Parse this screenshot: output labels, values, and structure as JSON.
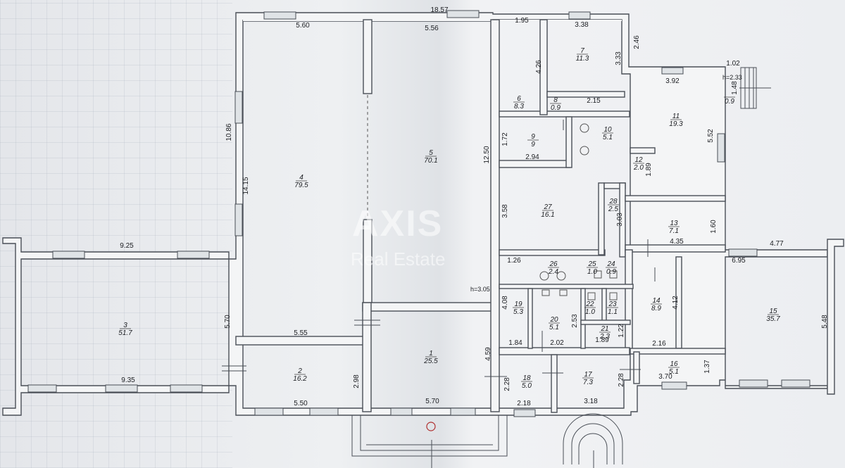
{
  "watermark": {
    "title": "AXIS",
    "subtitle": "Real Estate"
  },
  "height_labels": [
    "h=3.05",
    "h=2.33"
  ],
  "rooms": [
    {
      "id": "r1",
      "number": "1",
      "area": "25.5"
    },
    {
      "id": "r2",
      "number": "2",
      "area": "16.2"
    },
    {
      "id": "r3",
      "number": "3",
      "area": "51.7"
    },
    {
      "id": "r4",
      "number": "4",
      "area": "79.5"
    },
    {
      "id": "r5",
      "number": "5",
      "area": "70.1"
    },
    {
      "id": "r6",
      "number": "6",
      "area": "8.3"
    },
    {
      "id": "r7",
      "number": "7",
      "area": "11.3"
    },
    {
      "id": "r8",
      "number": "8",
      "area": "0.9"
    },
    {
      "id": "r9",
      "number": "9",
      "area": "9"
    },
    {
      "id": "r10",
      "number": "10",
      "area": "5.1"
    },
    {
      "id": "r11",
      "number": "11",
      "area": "19.3"
    },
    {
      "id": "r12",
      "number": "12",
      "area": "2.0"
    },
    {
      "id": "r13",
      "number": "13",
      "area": "7.1"
    },
    {
      "id": "r14",
      "number": "14",
      "area": "8.9"
    },
    {
      "id": "r15",
      "number": "15",
      "area": "35.7"
    },
    {
      "id": "r16",
      "number": "16",
      "area": "5.1"
    },
    {
      "id": "r17",
      "number": "17",
      "area": "7.3"
    },
    {
      "id": "r18",
      "number": "18",
      "area": "5.0"
    },
    {
      "id": "r19",
      "number": "19",
      "area": "5.3"
    },
    {
      "id": "r20",
      "number": "20",
      "area": "5.1"
    },
    {
      "id": "r21",
      "number": "21",
      "area": "2.3"
    },
    {
      "id": "r22",
      "number": "22",
      "area": "1.0"
    },
    {
      "id": "r23",
      "number": "23",
      "area": "1.1"
    },
    {
      "id": "r24",
      "number": "24",
      "area": "0.9"
    },
    {
      "id": "r25",
      "number": "25",
      "area": "1.0"
    },
    {
      "id": "r26",
      "number": "26",
      "area": "2.4"
    },
    {
      "id": "r27",
      "number": "27",
      "area": "16.1"
    },
    {
      "id": "r28",
      "number": "28",
      "area": "2.5"
    },
    {
      "id": "r29",
      "number": "",
      "area": "0.9"
    }
  ],
  "dimensions": [
    "18.57",
    "5.60",
    "5.56",
    "1.95",
    "3.38",
    "2.46",
    "1.02",
    "3.92",
    "1.48",
    "4.26",
    "3.33",
    "2.15",
    "10.86",
    "14.15",
    "12.50",
    "1.72",
    "2.94",
    "5.52",
    "1.89",
    "3.58",
    "3.03",
    "1.60",
    "9.25",
    "4.35",
    "4.77",
    "6.95",
    "1.26",
    "4.12",
    "5.48",
    "5.70",
    "4.08",
    "2.53",
    "1.22",
    "5.55",
    "1.84",
    "2.02",
    "1.89",
    "2.16",
    "4.59",
    "1.37",
    "9.35",
    "2.98",
    "2.28",
    "2.28",
    "3.70",
    "5.50",
    "5.70",
    "2.18",
    "3.18"
  ]
}
